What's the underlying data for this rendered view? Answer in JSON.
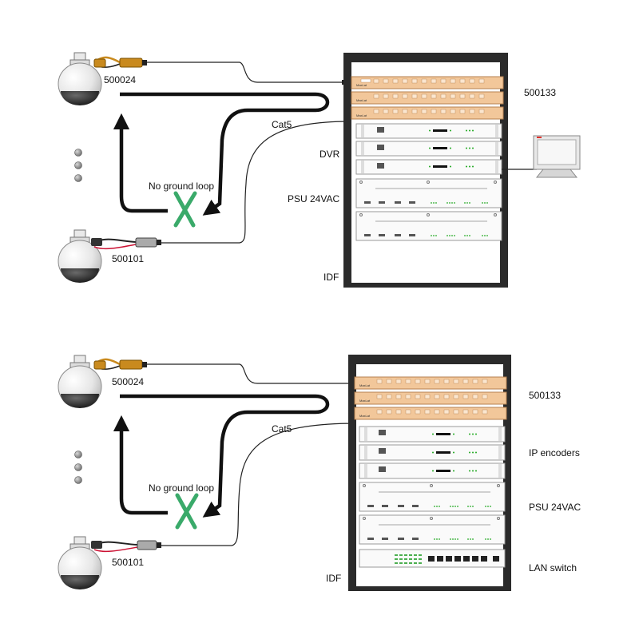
{
  "diagrams": [
    {
      "camera_top_part": "500024",
      "camera_bottom_part": "500101",
      "cable_label": "Cat5",
      "loop_label": "No ground loop",
      "patch_panel_part": "500133",
      "device_label": "DVR",
      "psu_label": "PSU 24VAC",
      "idf_label": "IDF",
      "has_monitor": true
    },
    {
      "camera_top_part": "500024",
      "camera_bottom_part": "500101",
      "cable_label": "Cat5",
      "loop_label": "No ground loop",
      "patch_panel_part": "500133",
      "device_label": "IP encoders",
      "psu_label": "PSU 24VAC",
      "idf_label": "IDF",
      "switch_label": "LAN switch",
      "has_monitor": false
    }
  ],
  "panel_brand": "MaxLat",
  "colors": {
    "rack": "#2b2b2b",
    "patch_panel": "#f2c79a",
    "balun_gold": "#c98a1e",
    "no_loop_x": "#3aaa6a",
    "monitor_red": "#e0302a"
  }
}
